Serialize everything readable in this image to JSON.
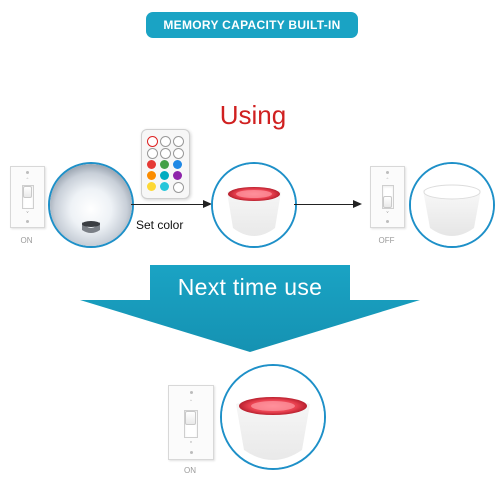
{
  "header": {
    "title": "MEMORY CAPACITY BUILT-IN"
  },
  "section_title": "Using",
  "labels": {
    "on": "ON",
    "off": "OFF",
    "set_color": "Set color",
    "bottom_on": "ON"
  },
  "banner": {
    "text": "Next time use"
  },
  "colors": {
    "accent": "#1aa3c4",
    "title_red": "#d02020",
    "circle_border": "#1e90c8",
    "bulb_red": "#e8404f"
  },
  "icons": {
    "switch": "wall-switch-icon",
    "bulb": "led-bulb-icon",
    "remote": "remote-control-icon",
    "arrow": "right-arrow-icon"
  }
}
